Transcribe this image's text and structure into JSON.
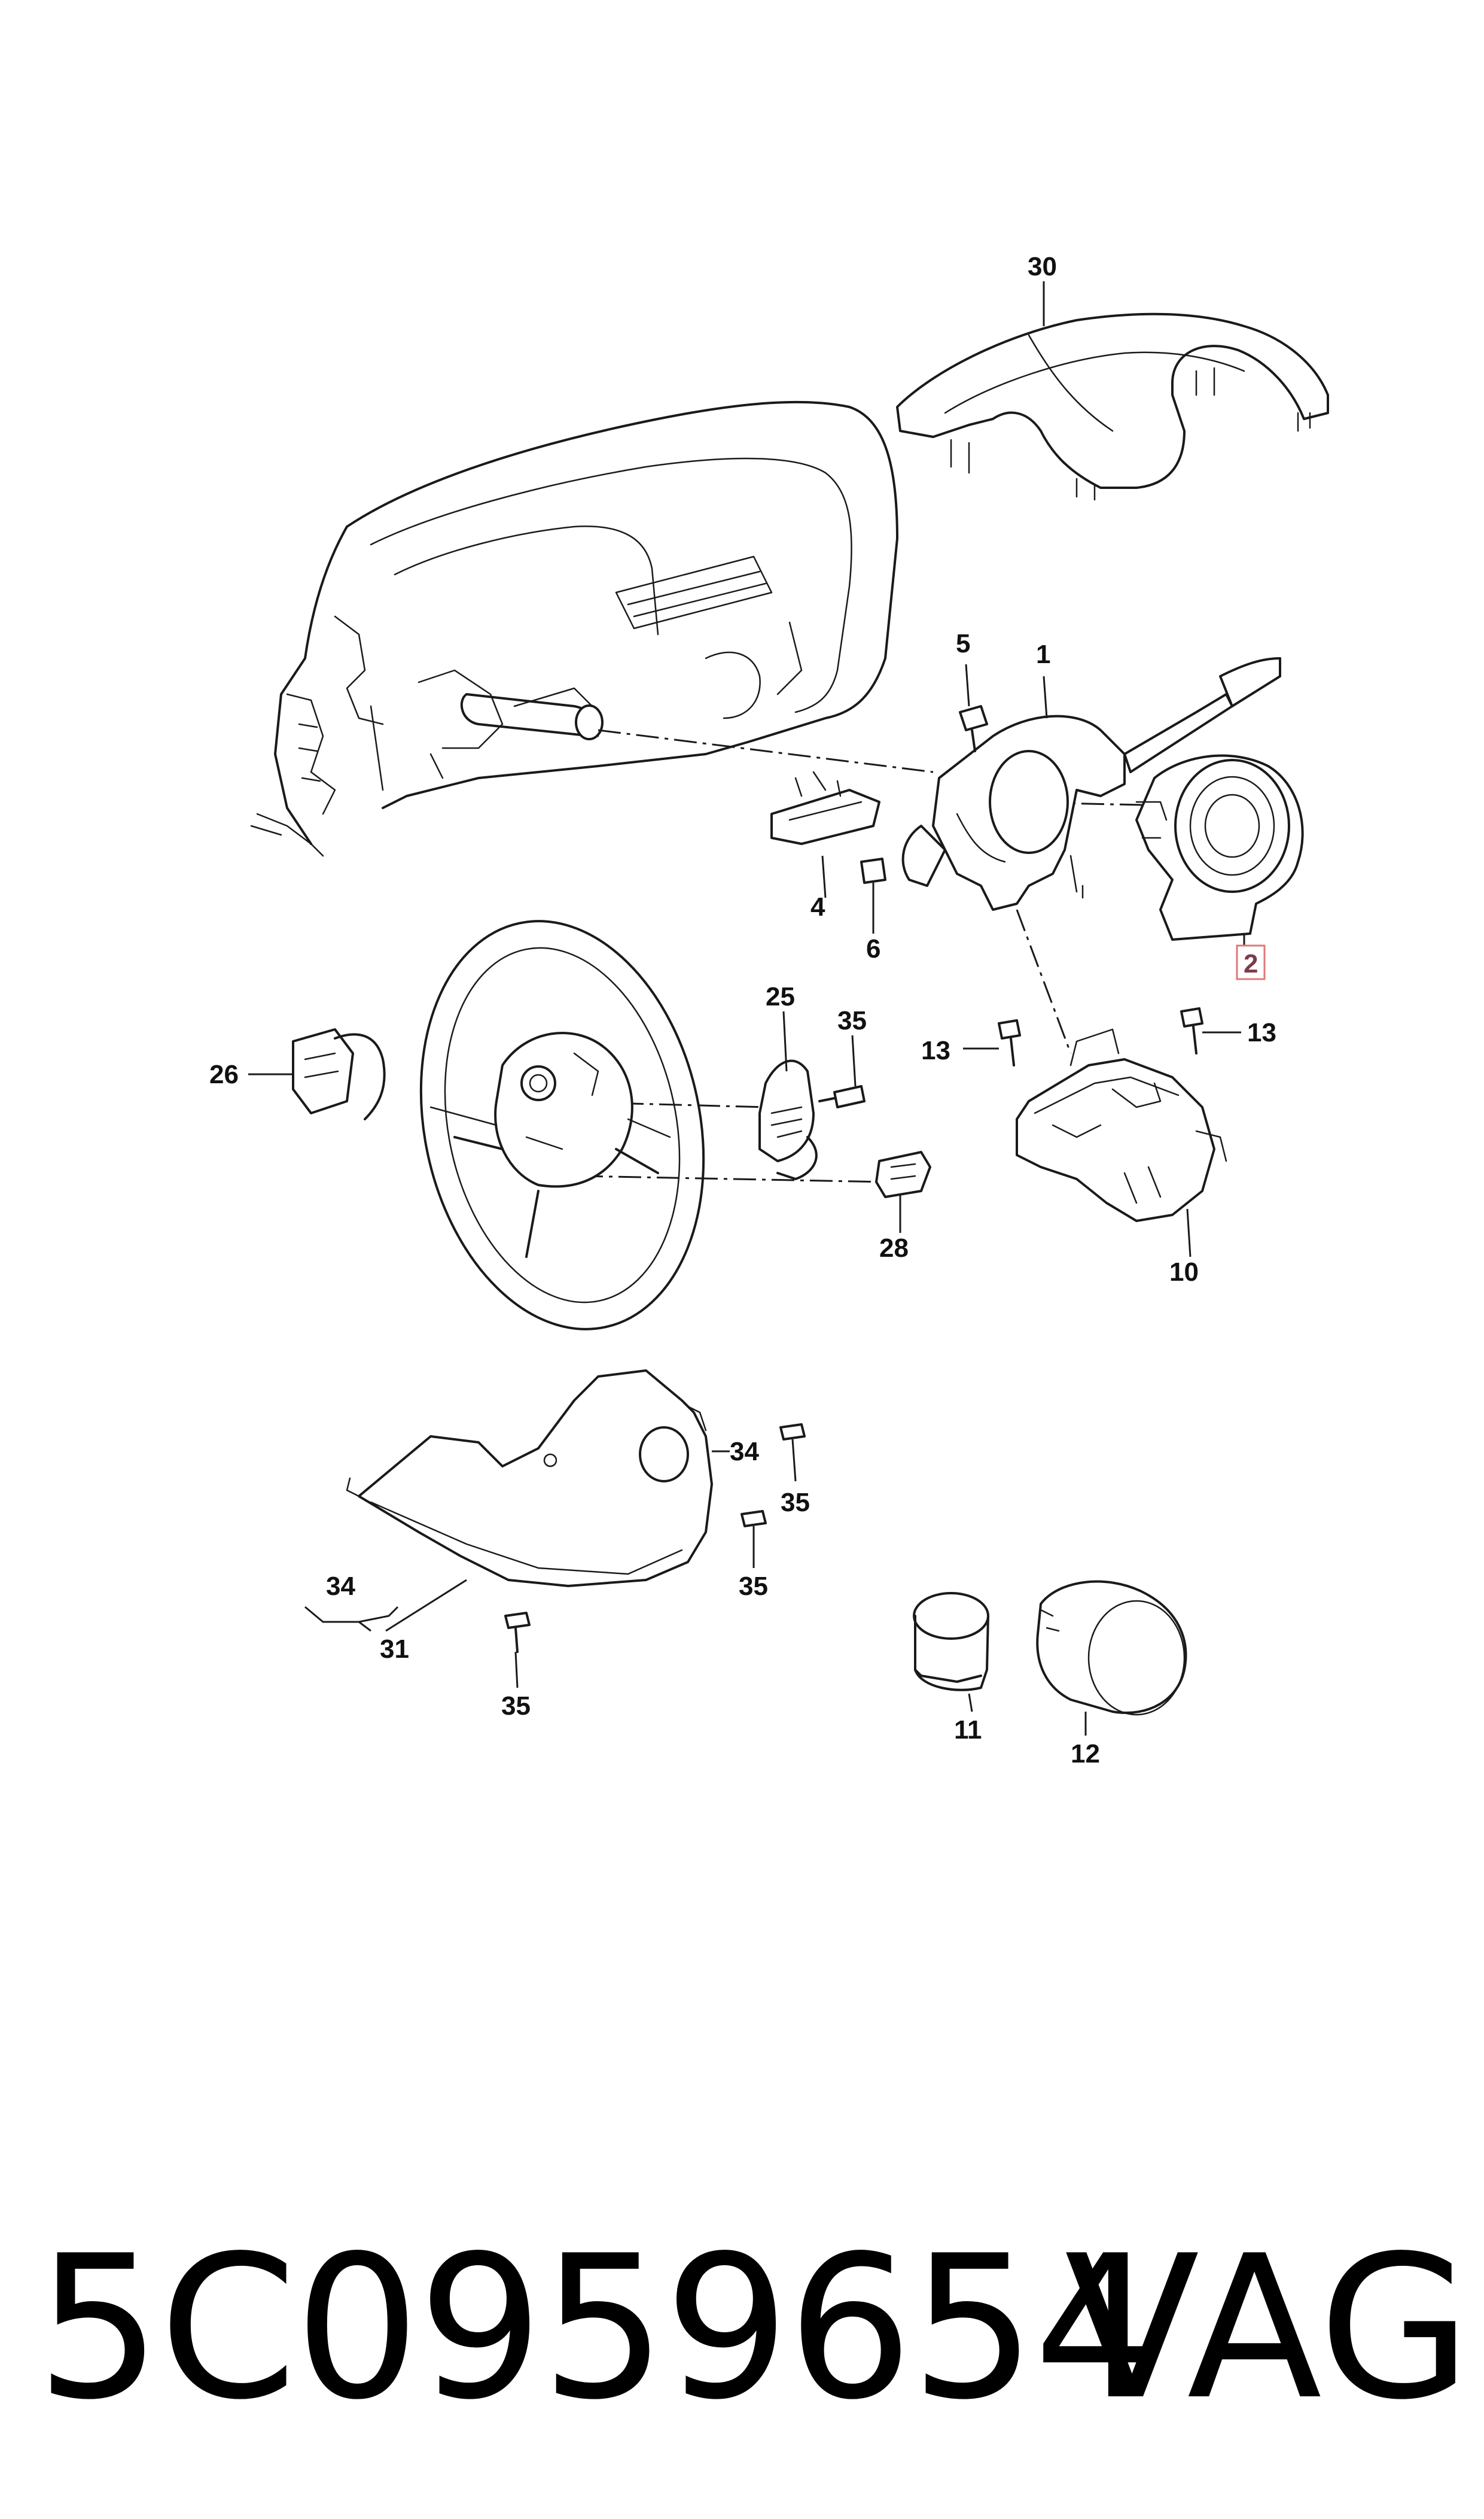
{
  "callouts": {
    "c30": "30",
    "c5": "5",
    "c1": "1",
    "c2": "2",
    "c4": "4",
    "c6": "6",
    "c25": "25",
    "c35a": "35",
    "c26": "26",
    "c13a": "13",
    "c13b": "13",
    "c28": "28",
    "c10": "10",
    "c34a": "34",
    "c35b": "35",
    "c35c": "35",
    "c34b": "34",
    "c31": "31",
    "c35d": "35",
    "c11": "11",
    "c12": "12"
  },
  "footer": {
    "part_number": "5C0959654",
    "brand": "VAG"
  },
  "colors": {
    "line": "#1a1a1a",
    "highlight_box": "#e0787a",
    "highlight_text": "#7a3d4a"
  }
}
